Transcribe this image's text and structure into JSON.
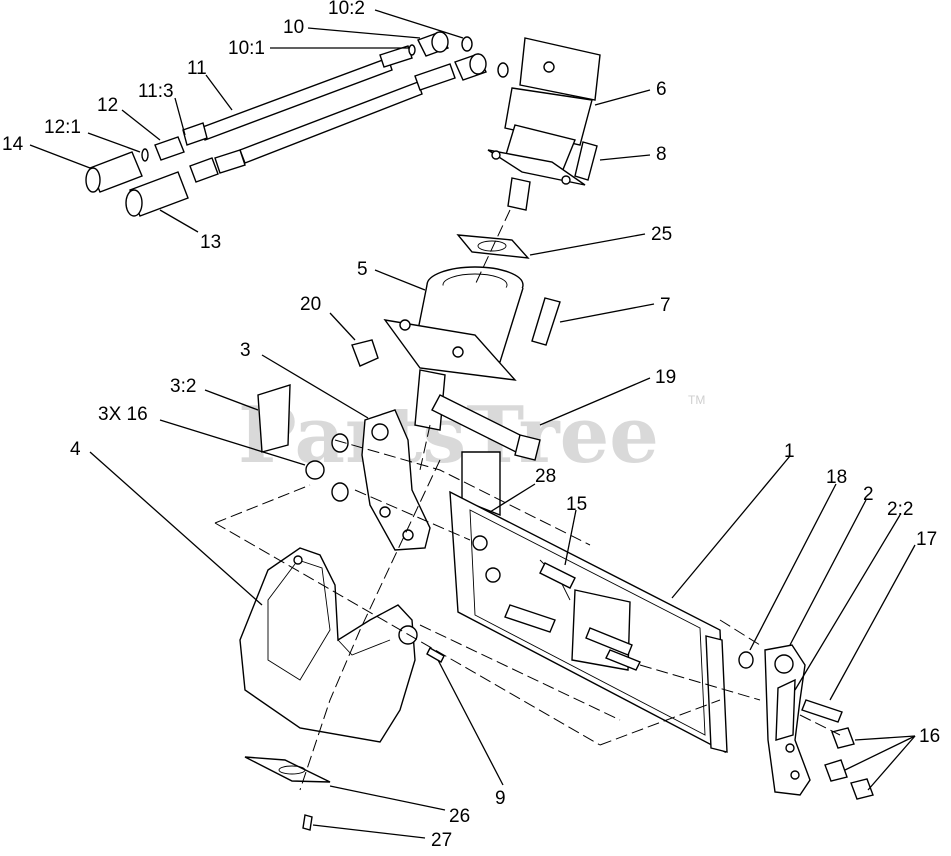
{
  "watermark": {
    "text": "PartsTree",
    "trademark": "TM"
  },
  "callouts": [
    {
      "id": "c-10-2",
      "text": "10:2"
    },
    {
      "id": "c-10",
      "text": "10"
    },
    {
      "id": "c-10-1",
      "text": "10:1"
    },
    {
      "id": "c-11",
      "text": "11"
    },
    {
      "id": "c-11-3",
      "text": "11:3"
    },
    {
      "id": "c-12",
      "text": "12"
    },
    {
      "id": "c-12-1",
      "text": "12:1"
    },
    {
      "id": "c-14",
      "text": "14"
    },
    {
      "id": "c-13",
      "text": "13"
    },
    {
      "id": "c-6",
      "text": "6"
    },
    {
      "id": "c-8",
      "text": "8"
    },
    {
      "id": "c-25",
      "text": "25"
    },
    {
      "id": "c-5",
      "text": "5"
    },
    {
      "id": "c-20",
      "text": "20"
    },
    {
      "id": "c-7",
      "text": "7"
    },
    {
      "id": "c-3",
      "text": "3"
    },
    {
      "id": "c-19",
      "text": "19"
    },
    {
      "id": "c-3-2",
      "text": "3:2"
    },
    {
      "id": "c-3x16",
      "text": "3X 16"
    },
    {
      "id": "c-4",
      "text": "4"
    },
    {
      "id": "c-1",
      "text": "1"
    },
    {
      "id": "c-28",
      "text": "28"
    },
    {
      "id": "c-18",
      "text": "18"
    },
    {
      "id": "c-2",
      "text": "2"
    },
    {
      "id": "c-15",
      "text": "15"
    },
    {
      "id": "c-2-2",
      "text": "2:2"
    },
    {
      "id": "c-17",
      "text": "17"
    },
    {
      "id": "c-16",
      "text": "16"
    },
    {
      "id": "c-9",
      "text": "9"
    },
    {
      "id": "c-26",
      "text": "26"
    },
    {
      "id": "c-27",
      "text": "27"
    }
  ]
}
